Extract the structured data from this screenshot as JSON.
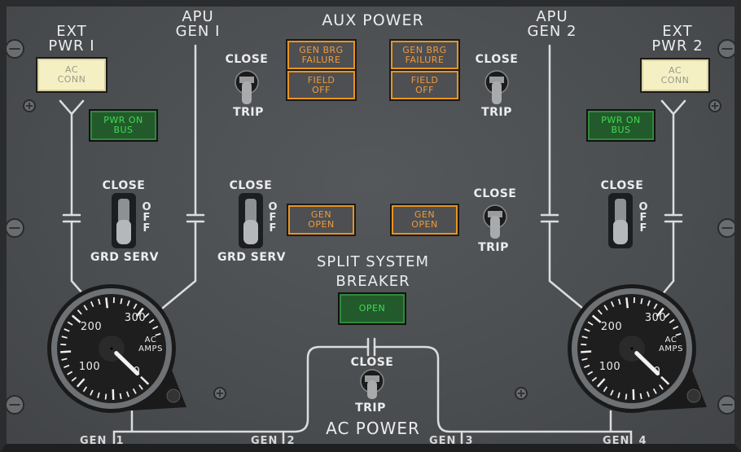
{
  "title": "AUX POWER",
  "left": {
    "ext_pwr_label": [
      "EXT",
      "PWR I"
    ],
    "ac_conn": [
      "AC",
      "CONN"
    ],
    "apu_gen_label": [
      "APU",
      "GEN I"
    ],
    "pwr_on_bus": [
      "PWR ON",
      "BUS"
    ],
    "ext_switch": {
      "top": "CLOSE",
      "bottom": "GRD SERV",
      "side": [
        "O",
        "F",
        "F"
      ]
    },
    "apu_switch": {
      "top": "CLOSE",
      "bottom": "GRD SERV",
      "side": [
        "O",
        "F",
        "F"
      ]
    },
    "gen_breaker": {
      "top": "CLOSE",
      "bottom": "TRIP"
    },
    "gen_brg_failure": [
      "GEN BRG",
      "FAILURE"
    ],
    "field_off": [
      "FIELD",
      "OFF"
    ],
    "gen_open": [
      "GEN",
      "OPEN"
    ]
  },
  "right": {
    "ext_pwr_label": [
      "EXT",
      "PWR 2"
    ],
    "ac_conn": [
      "AC",
      "CONN"
    ],
    "apu_gen_label": [
      "APU",
      "GEN 2"
    ],
    "pwr_on_bus": [
      "PWR ON",
      "BUS"
    ],
    "ext_switch": {
      "top": "CLOSE",
      "side": [
        "O",
        "F",
        "F"
      ]
    },
    "gen_breaker": {
      "top": "CLOSE",
      "bottom": "TRIP"
    },
    "gen_breaker2": {
      "top": "CLOSE",
      "bottom": "TRIP"
    },
    "gen_brg_failure": [
      "GEN BRG",
      "FAILURE"
    ],
    "field_off": [
      "FIELD",
      "OFF"
    ],
    "gen_open": [
      "GEN",
      "OPEN"
    ]
  },
  "split": {
    "label": [
      "SPLIT SYSTEM",
      "BREAKER"
    ],
    "light": "OPEN",
    "switch": {
      "top": "CLOSE",
      "bottom": "TRIP"
    }
  },
  "gauge": {
    "labels": [
      "0",
      "100",
      "200",
      "300"
    ],
    "units": [
      "AC",
      "AMPS"
    ],
    "left_value": 0,
    "right_value": 0
  },
  "bottom": {
    "title": "AC POWER",
    "gens": [
      {
        "name": "GEN",
        "num": "1"
      },
      {
        "name": "GEN",
        "num": "2"
      },
      {
        "name": "GEN",
        "num": "3"
      },
      {
        "name": "GEN",
        "num": "4"
      }
    ]
  },
  "colors": {
    "panel": "#4a4d50",
    "line": "#dcdcdc",
    "amber": "#e8941e",
    "green": "#3fdc4e",
    "annunciator": "#f5f0c4"
  }
}
